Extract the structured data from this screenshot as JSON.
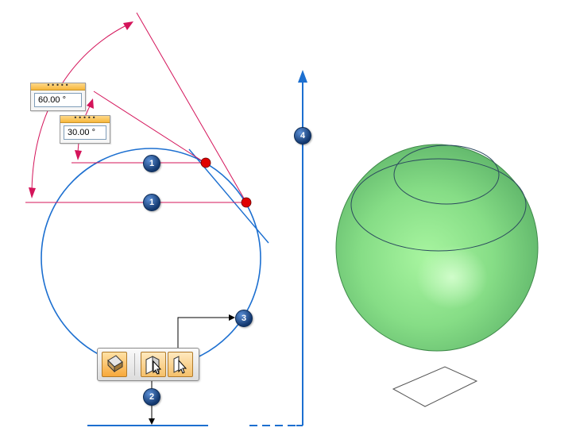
{
  "dimensions": {
    "angle_60": {
      "value": "60.00 °",
      "grip": "•••••"
    },
    "angle_30": {
      "value": "30.00 °",
      "grip": "•••••"
    }
  },
  "callouts": {
    "c1a": "1",
    "c1b": "1",
    "c2": "2",
    "c3": "3",
    "c4": "4"
  },
  "toolbar": {
    "icons": [
      "part-body-icon",
      "select-face-icon",
      "select-icon"
    ]
  },
  "colors": {
    "sketch_circle": "#1c6fd0",
    "dimension": "#d4145a",
    "keypoint": "#e00000",
    "sphere": "#8fe08f",
    "axis": "#1c6fd0"
  }
}
